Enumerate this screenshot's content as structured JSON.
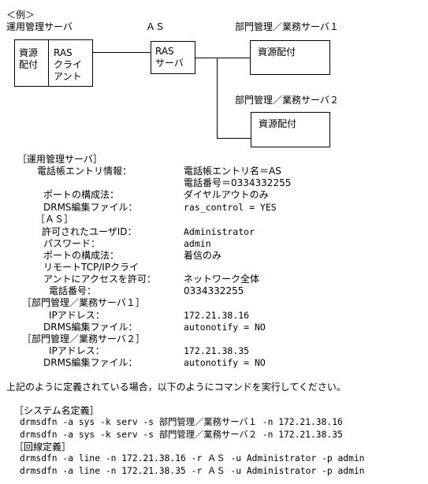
{
  "diagram": {
    "example_label": "＜例＞",
    "ops_server_label": "運用管理サーバ",
    "as_label": "ＡＳ",
    "dept_server1_label": "部門管理／業務サーバ１",
    "dept_server2_label": "部門管理／業務サーバ２",
    "resource_dist_left": [
      "資源",
      "配付"
    ],
    "ras_client": [
      "RAS",
      "クライ",
      "アント"
    ],
    "ras_server": [
      "RAS",
      "サーバ"
    ],
    "resource_dist": "資源配付"
  },
  "settings": {
    "ops_section": "［運用管理サーバ］",
    "ops_phonebook_label": "電話帳エントリ情報：",
    "ops_phonebook_name": "電話帳エントリ名＝AS",
    "ops_phonebook_number": "電話番号＝0334332255",
    "ops_port_label": "ポートの構成法：",
    "ops_port_value": "ダイヤルアウトのみ",
    "ops_drms_label": "DRMS編集ファイル：",
    "ops_drms_value": "ras_control = YES",
    "as_section": "［ＡＳ］",
    "as_user_label": "許可されたユーザID：",
    "as_user_value": "Administrator",
    "as_password_label": "パスワード：",
    "as_password_value": "admin",
    "as_port_label": "ポートの構成法：",
    "as_port_value": "着信のみ",
    "as_remote_label1": "リモートTCP/IPクライ",
    "as_remote_label2": "アントにアクセスを許可：",
    "as_remote_value": "ネットワーク全体",
    "as_phone_label": "電話番号：",
    "as_phone_value": "0334332255",
    "dept1_section": "［部門管理／業務サーバ１］",
    "dept1_ip_label": "IPアドレス：",
    "dept1_ip_value": "172.21.38.16",
    "dept1_drms_label": "DRMS編集ファイル：",
    "dept1_drms_value": "autonotify = NO",
    "dept2_section": "［部門管理／業務サーバ２］",
    "dept2_ip_label": "IPアドレス：",
    "dept2_ip_value": "172.21.38.35",
    "dept2_drms_label": "DRMS編集ファイル：",
    "dept2_drms_value": "autonotify = NO"
  },
  "instruction": "上記のように定義されている場合，以下のようにコマンドを実行してください。",
  "commands": {
    "system_section": "［システム名定義］",
    "sys_cmd1": "drmsdfn -a sys -k serv -s 部門管理／業務サーバ１ -n 172.21.38.16",
    "sys_cmd2": "drmsdfn -a sys -k serv -s 部門管理／業務サーバ２ -n 172.21.38.35",
    "line_section": "［回線定義］",
    "line_cmd1": "drmsdfn -a line -n 172.21.38.16 -r ＡＳ -u Administrator -p admin",
    "line_cmd2": "drmsdfn -a line -n 172.21.38.35 -r ＡＳ -u Administrator -p admin"
  }
}
